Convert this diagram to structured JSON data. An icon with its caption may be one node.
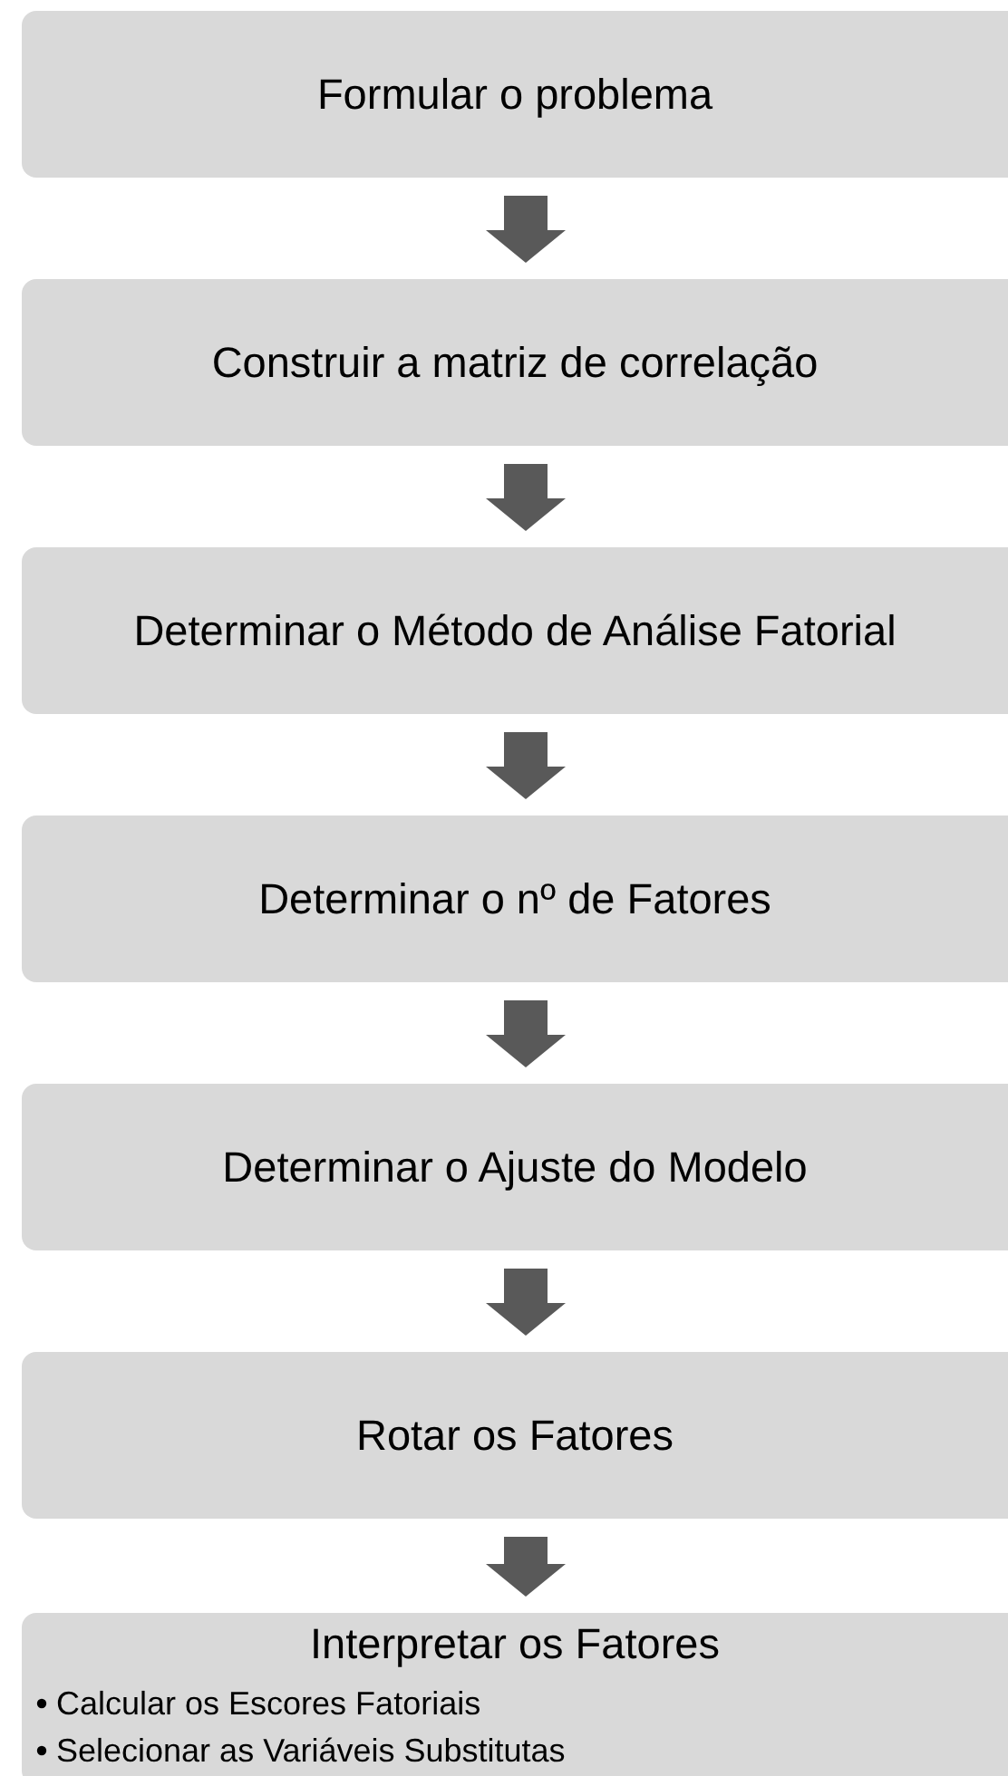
{
  "diagram": {
    "nodes": [
      {
        "text": [
          "Formular o problema"
        ]
      },
      {
        "text": [
          "Construir a matriz de correlação"
        ]
      },
      {
        "text": [
          "Determinar o Método de Análise Fatorial"
        ]
      },
      {
        "text": [
          "Determinar o nº de Fatores"
        ]
      },
      {
        "text": [
          "Determinar o Ajuste do Modelo"
        ]
      },
      {
        "text": [
          "Rotar os Fatores"
        ]
      },
      {
        "text": [
          "Interpretar os Fatores",
          "Calcular os Escores Fatoriais",
          "Selecionar as Variáveis Substitutas"
        ]
      }
    ],
    "edges": [
      {
        "from": 0,
        "to": 1,
        "arrow": "to"
      },
      {
        "from": 1,
        "to": 2,
        "arrow": "to"
      },
      {
        "from": 2,
        "to": 3,
        "arrow": "to"
      },
      {
        "from": 3,
        "to": 4,
        "arrow": "to"
      },
      {
        "from": 4,
        "to": 5,
        "arrow": "to"
      },
      {
        "from": 5,
        "to": 6,
        "arrow": "to"
      }
    ]
  }
}
